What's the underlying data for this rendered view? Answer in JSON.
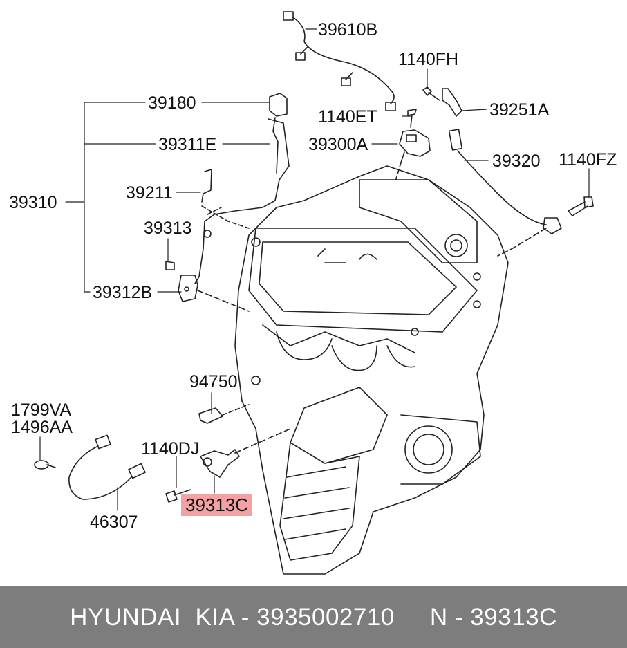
{
  "labels": {
    "p39610B": "39610B",
    "p1140FH": "1140FH",
    "p39180": "39180",
    "p1140ET": "1140ET",
    "p39251A": "39251A",
    "p39311E": "39311E",
    "p39300A": "39300A",
    "p39320": "39320",
    "p1140FZ": "1140FZ",
    "p39211": "39211",
    "p39310": "39310",
    "p39313": "39313",
    "p39312B": "39312B",
    "p94750": "94750",
    "p1799VA": "1799VA",
    "p1496AA": "1496AA",
    "p1140DJ": "1140DJ",
    "p39313C": "39313C",
    "p46307": "46307"
  },
  "highlight_color": "#f2a2a2",
  "footer": {
    "text": "HYUNDAI  KIA - 3935002710     N - 39313C"
  }
}
